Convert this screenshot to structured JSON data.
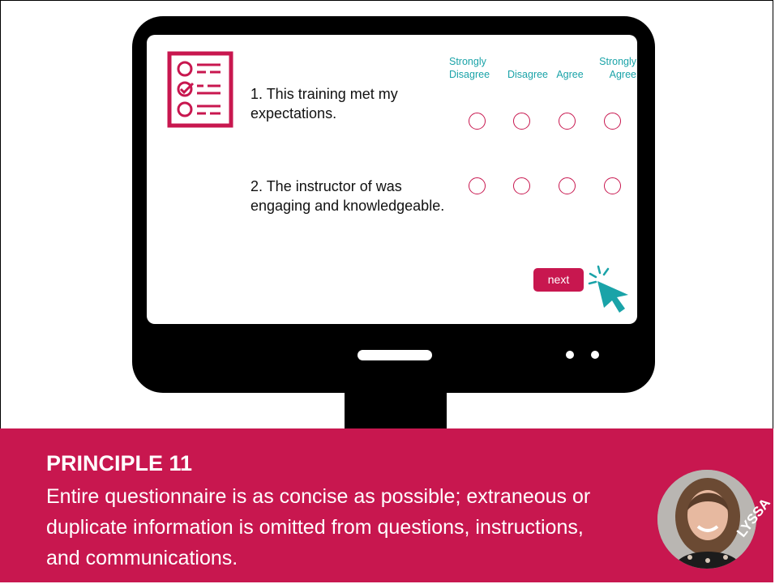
{
  "survey": {
    "scale": {
      "strongly_disagree_line1": "Strongly",
      "strongly_disagree_line2": "Disagree",
      "disagree": "Disagree",
      "agree": "Agree",
      "strongly_agree_line1": "Strongly",
      "strongly_agree_line2": "Agree"
    },
    "questions": [
      {
        "text": "1. This training met my expectations."
      },
      {
        "text": "2. The instructor of was engaging and knowledgeable."
      }
    ],
    "next_label": "next"
  },
  "banner": {
    "title": "PRINCIPLE 11",
    "text": "Entire questionnaire is as concise as possible; extraneous or duplicate information is omitted from questions, instructions, and communications.",
    "presenter_name": "LYSSA"
  },
  "colors": {
    "accent": "#c8174f",
    "teal": "#1aa3a8"
  },
  "icons": [
    "checklist-icon",
    "cursor-click-icon"
  ]
}
